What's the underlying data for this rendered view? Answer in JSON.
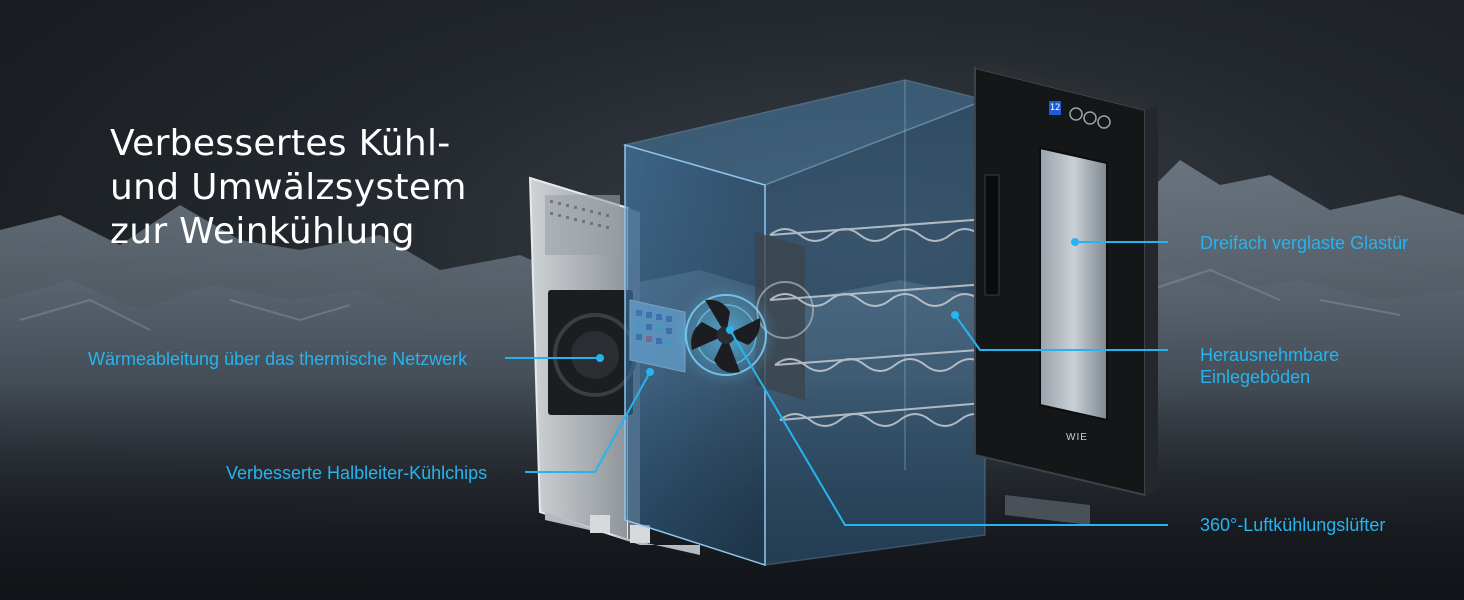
{
  "headline": {
    "line1": "Verbessertes Kühl-",
    "line2": "und Umwälzsystem",
    "line3": "zur Weinkühlung"
  },
  "callouts": {
    "heat_dissipation": "Wärmeableitung über das thermische Netzwerk",
    "cooling_chips": "Verbesserte Halbleiter-Kühlchips",
    "glass_door": "Dreifach verglaste Glastür",
    "shelves_line1": "Herausnehmbare",
    "shelves_line2": "Einlegeböden",
    "fan": "360°-Luftkühlungslüfter"
  },
  "door": {
    "display_value": "12",
    "brand": "WIE"
  },
  "colors": {
    "accent": "#25b4f0",
    "headline": "#ffffff",
    "background": "#1c2025"
  }
}
